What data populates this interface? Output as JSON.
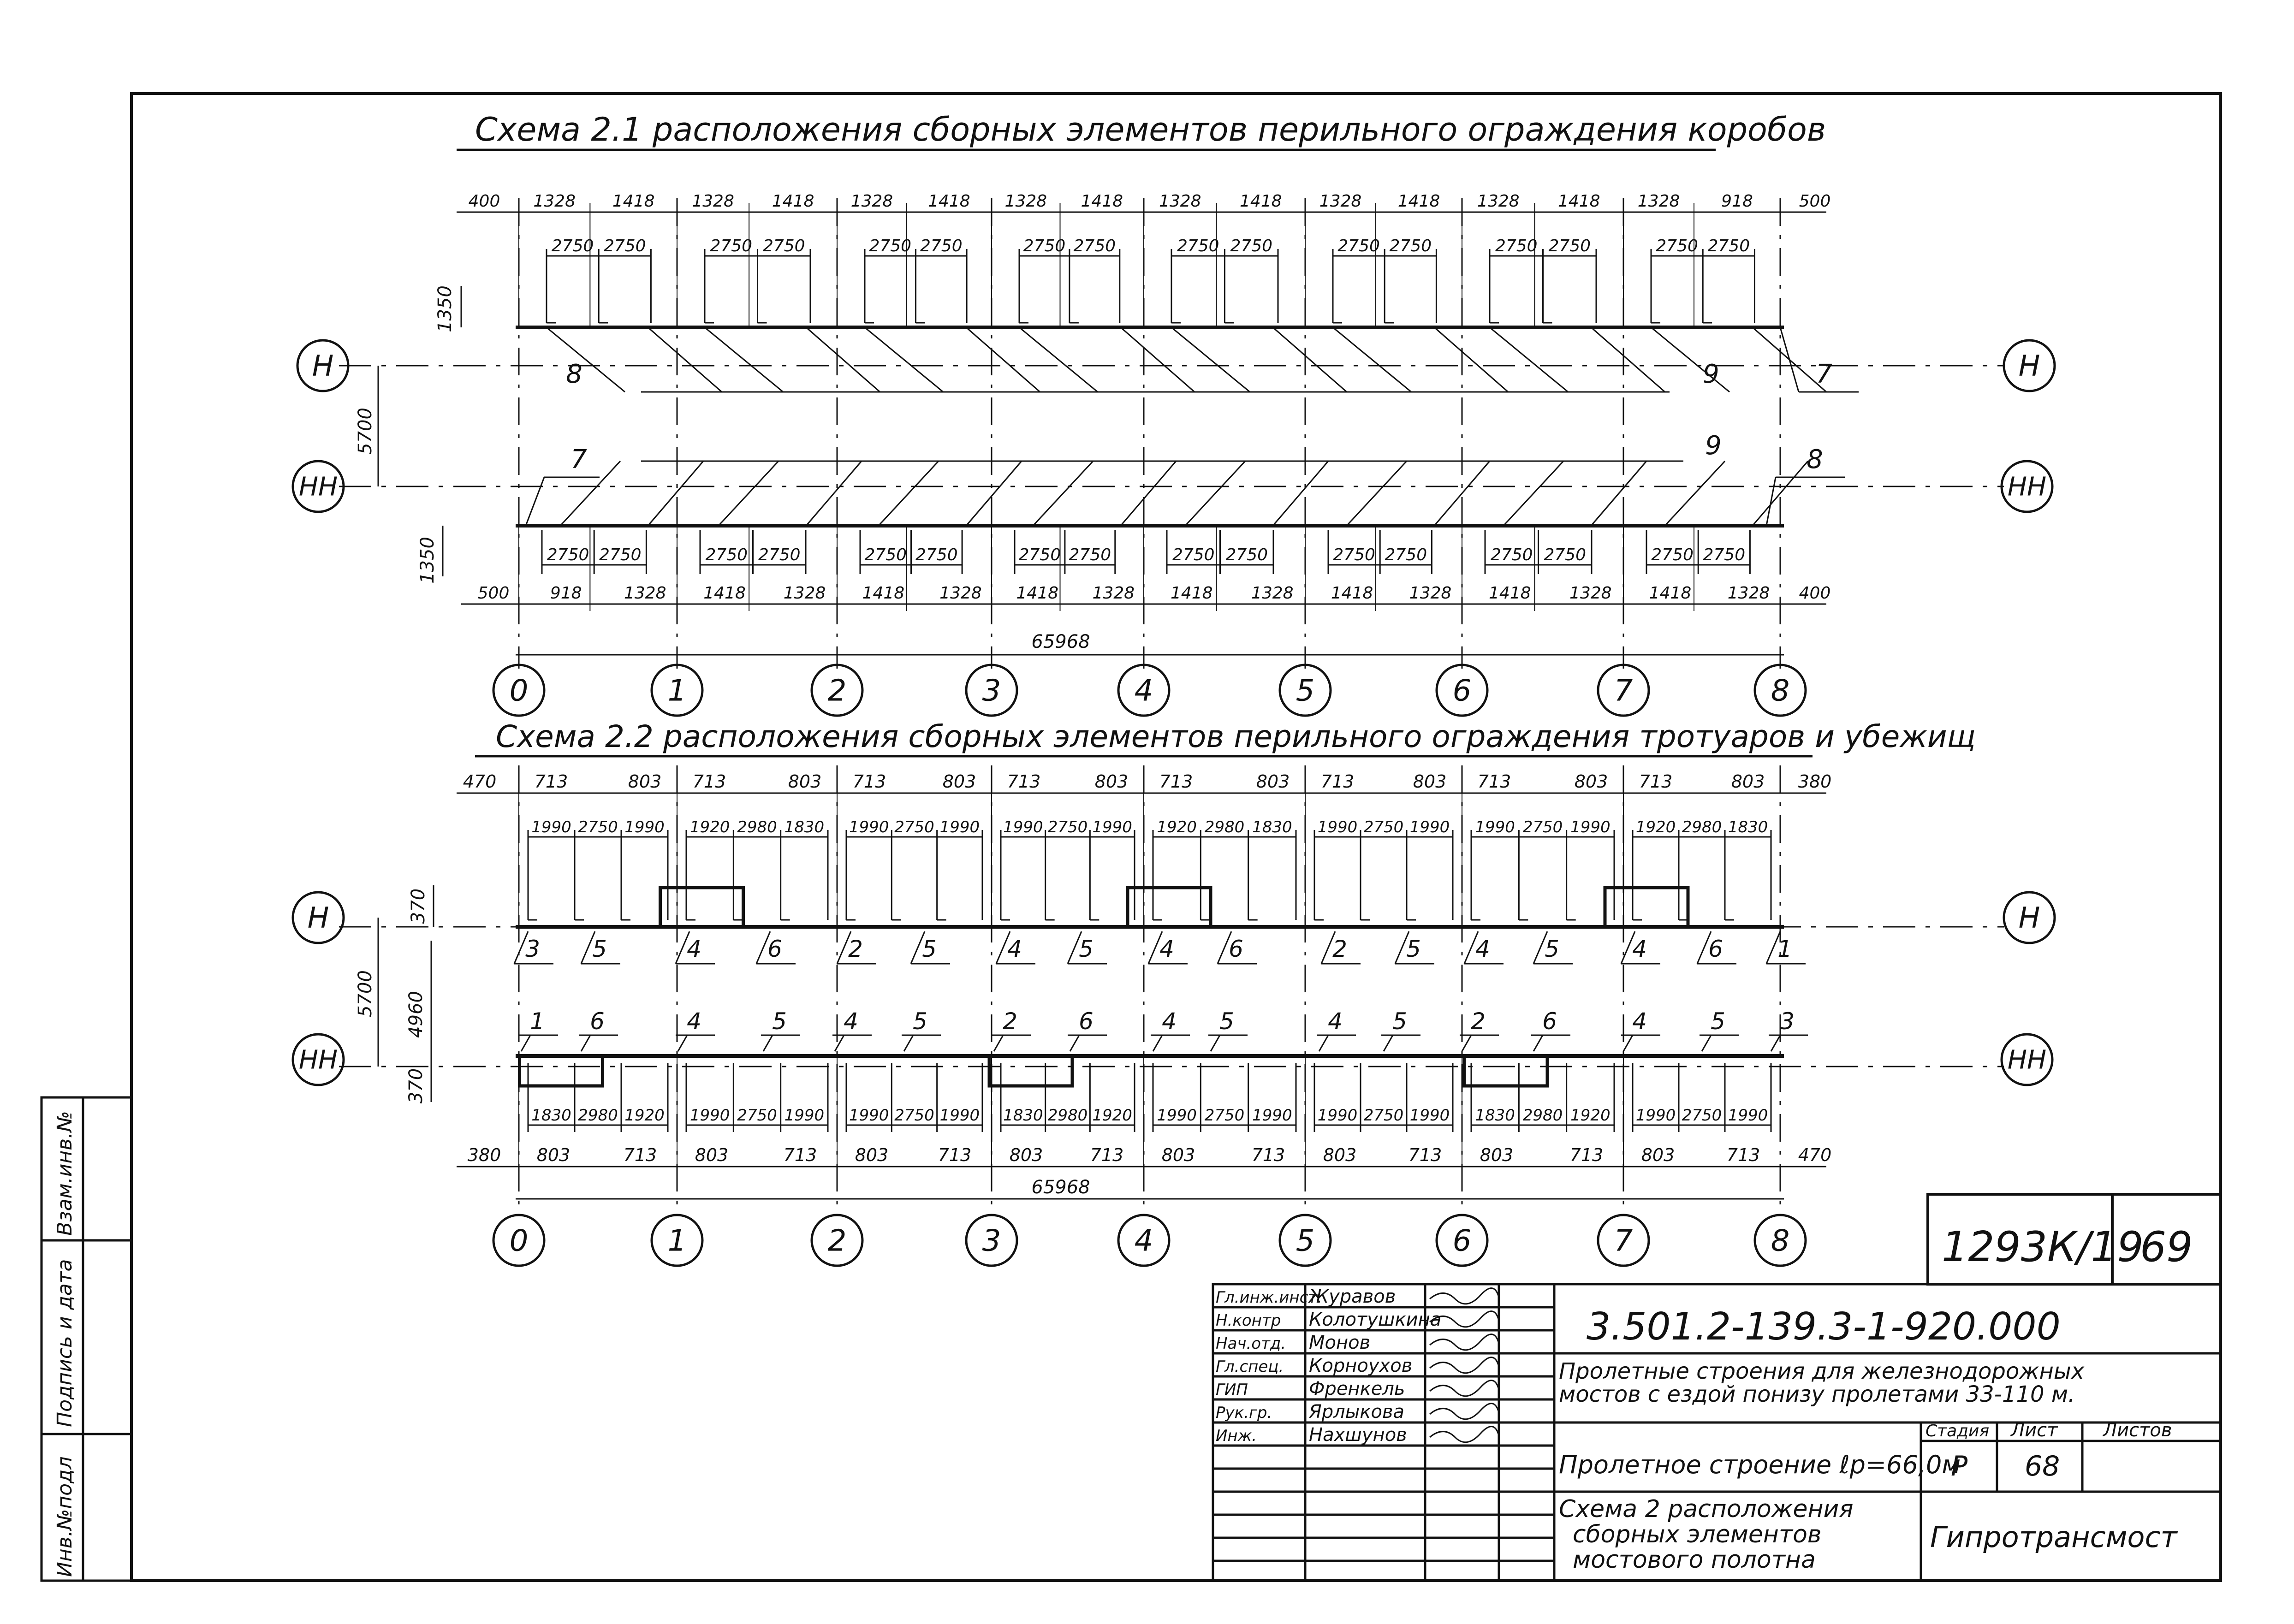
{
  "sheet": {
    "page_number": "69",
    "drawing_code": "1293К/19",
    "designation": "3.501.2-139.3-1-920.000",
    "project": [
      "Пролетные строения для железнодорожных",
      "мостов с ездой понизу пролетами 33-110 м."
    ],
    "object": "Пролетное строение ℓр=66,0м",
    "sheet_title": [
      "Схема 2 расположения",
      "сборных элементов",
      "мостового полотна"
    ],
    "company": "Гипротрансмост",
    "stage_header": "Стадия",
    "sheet_header": "Лист",
    "sheets_header": "Листов",
    "stage": "Р",
    "sheet_no": "68",
    "sheets_total": "",
    "side_labels": [
      "Инв.№подл",
      "Подпись и дата",
      "Взам.инв.№"
    ]
  },
  "stamp_people": [
    {
      "role": "Гл.инж.инст.",
      "name": "Журавов"
    },
    {
      "role": "Н.контр",
      "name": "Колотушкина"
    },
    {
      "role": "Нач.отд.",
      "name": "Монов"
    },
    {
      "role": "Гл.спец.",
      "name": "Корноухов"
    },
    {
      "role": "ГИП",
      "name": "Френкель"
    },
    {
      "role": "Рук.гр.",
      "name": "Ярлыкова"
    },
    {
      "role": "Инж.",
      "name": "Нахшунов"
    }
  ],
  "scheme1": {
    "title": "Схема 2.1 расположения сборных элементов перильного ограждения коробов",
    "top_chain": [
      "400",
      "1328",
      "1418",
      "1328",
      "1418",
      "1328",
      "1418",
      "1328",
      "1418",
      "1328",
      "1418",
      "1328",
      "1418",
      "1328",
      "1418",
      "1328",
      "918",
      "500"
    ],
    "top_inner": [
      "2750",
      "2750",
      "2750",
      "2750",
      "2750",
      "2750",
      "2750",
      "2750",
      "2750",
      "2750",
      "2750",
      "2750",
      "2750",
      "2750",
      "2750",
      "2750"
    ],
    "bottom_inner": [
      "2750",
      "2750",
      "2750",
      "2750",
      "2750",
      "2750",
      "2750",
      "2750",
      "2750",
      "2750",
      "2750",
      "2750",
      "2750",
      "2750",
      "2750",
      "2750"
    ],
    "bottom_chain": [
      "500",
      "918",
      "1328",
      "1418",
      "1328",
      "1418",
      "1328",
      "1418",
      "1328",
      "1418",
      "1328",
      "1418",
      "1328",
      "1418",
      "1328",
      "1418",
      "1328",
      "400"
    ],
    "vertical_dims": [
      "1350",
      "5700",
      "1350"
    ],
    "total": "65968",
    "callouts_top": [
      "8",
      "9",
      "7"
    ],
    "callouts_bottom": [
      "7",
      "9",
      "8"
    ]
  },
  "scheme2": {
    "title": "Схема 2.2 расположения сборных элементов перильного ограждения тротуаров и убежищ",
    "top_chain": [
      "470",
      "713",
      "803",
      "713",
      "803",
      "713",
      "803",
      "713",
      "803",
      "713",
      "803",
      "713",
      "803",
      "713",
      "803",
      "713",
      "803",
      "380"
    ],
    "top_inner": [
      [
        "1990",
        "2750",
        "1990"
      ],
      [
        "1920",
        "2980",
        "1830"
      ],
      [
        "1990",
        "2750",
        "1990"
      ],
      [
        "1990",
        "2750",
        "1990"
      ],
      [
        "1920",
        "2980",
        "1830"
      ],
      [
        "1990",
        "2750",
        "1990"
      ],
      [
        "1990",
        "2750",
        "1990"
      ],
      [
        "1920",
        "2980",
        "1830"
      ]
    ],
    "bottom_inner": [
      [
        "1830",
        "2980",
        "1920"
      ],
      [
        "1990",
        "2750",
        "1990"
      ],
      [
        "1990",
        "2750",
        "1990"
      ],
      [
        "1830",
        "2980",
        "1920"
      ],
      [
        "1990",
        "2750",
        "1990"
      ],
      [
        "1990",
        "2750",
        "1990"
      ],
      [
        "1830",
        "2980",
        "1920"
      ],
      [
        "1990",
        "2750",
        "1990"
      ]
    ],
    "bottom_chain": [
      "380",
      "803",
      "713",
      "803",
      "713",
      "803",
      "713",
      "803",
      "713",
      "803",
      "713",
      "803",
      "713",
      "803",
      "713",
      "803",
      "713",
      "470"
    ],
    "vertical_dims": [
      "370",
      "5700",
      "4960",
      "370"
    ],
    "total": "65968",
    "callouts_top": [
      "3",
      "5",
      "4",
      "6",
      "2",
      "5",
      "4",
      "5",
      "4",
      "6",
      "2",
      "5",
      "4",
      "5",
      "4",
      "6",
      "1"
    ],
    "callouts_bottom": [
      "1",
      "6",
      "4",
      "5",
      "4",
      "5",
      "2",
      "6",
      "4",
      "5",
      "4",
      "5",
      "2",
      "6",
      "4",
      "5",
      "3"
    ]
  },
  "axes": [
    "0",
    "1",
    "2",
    "3",
    "4",
    "5",
    "6",
    "7",
    "8"
  ],
  "lines": [
    "Н",
    "НН"
  ]
}
